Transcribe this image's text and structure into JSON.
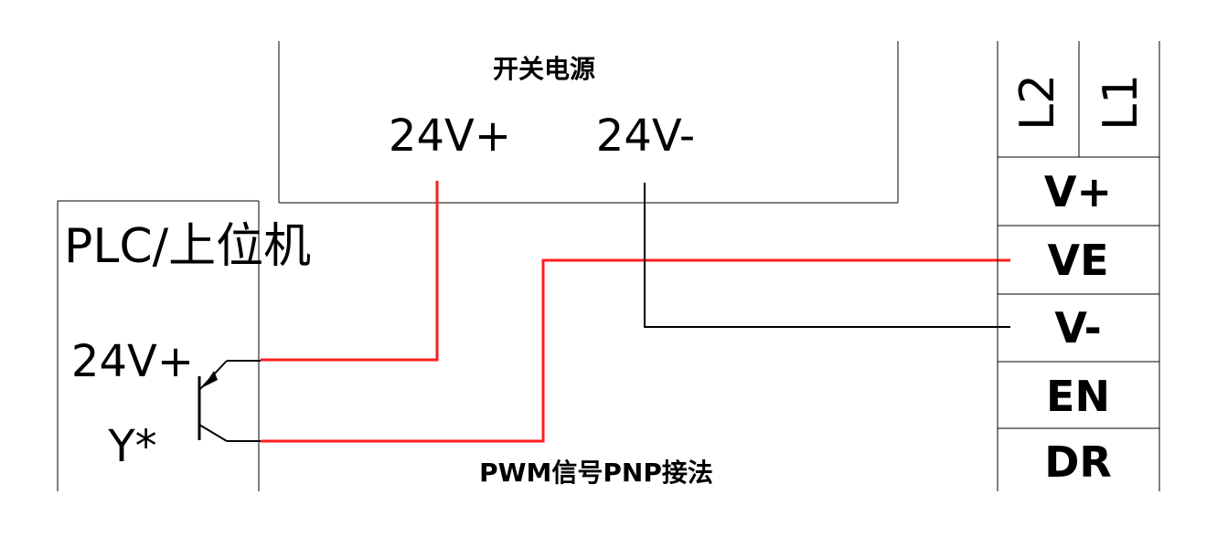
{
  "power_supply": {
    "title": "开关电源",
    "pos_label": "24V+",
    "neg_label": "24V-"
  },
  "controller": {
    "title": "PLC/上位机",
    "pin_top": "24V+",
    "pin_bottom": "Y*"
  },
  "signal_caption": "PWM信号PNP接法",
  "terminal": {
    "header_a": "L2",
    "header_b": "L1",
    "rows": [
      "V+",
      "VE",
      "V-",
      "EN",
      "DR"
    ]
  },
  "colors": {
    "signal_wire": "#ff1e1e",
    "ground_wire": "#000000"
  }
}
